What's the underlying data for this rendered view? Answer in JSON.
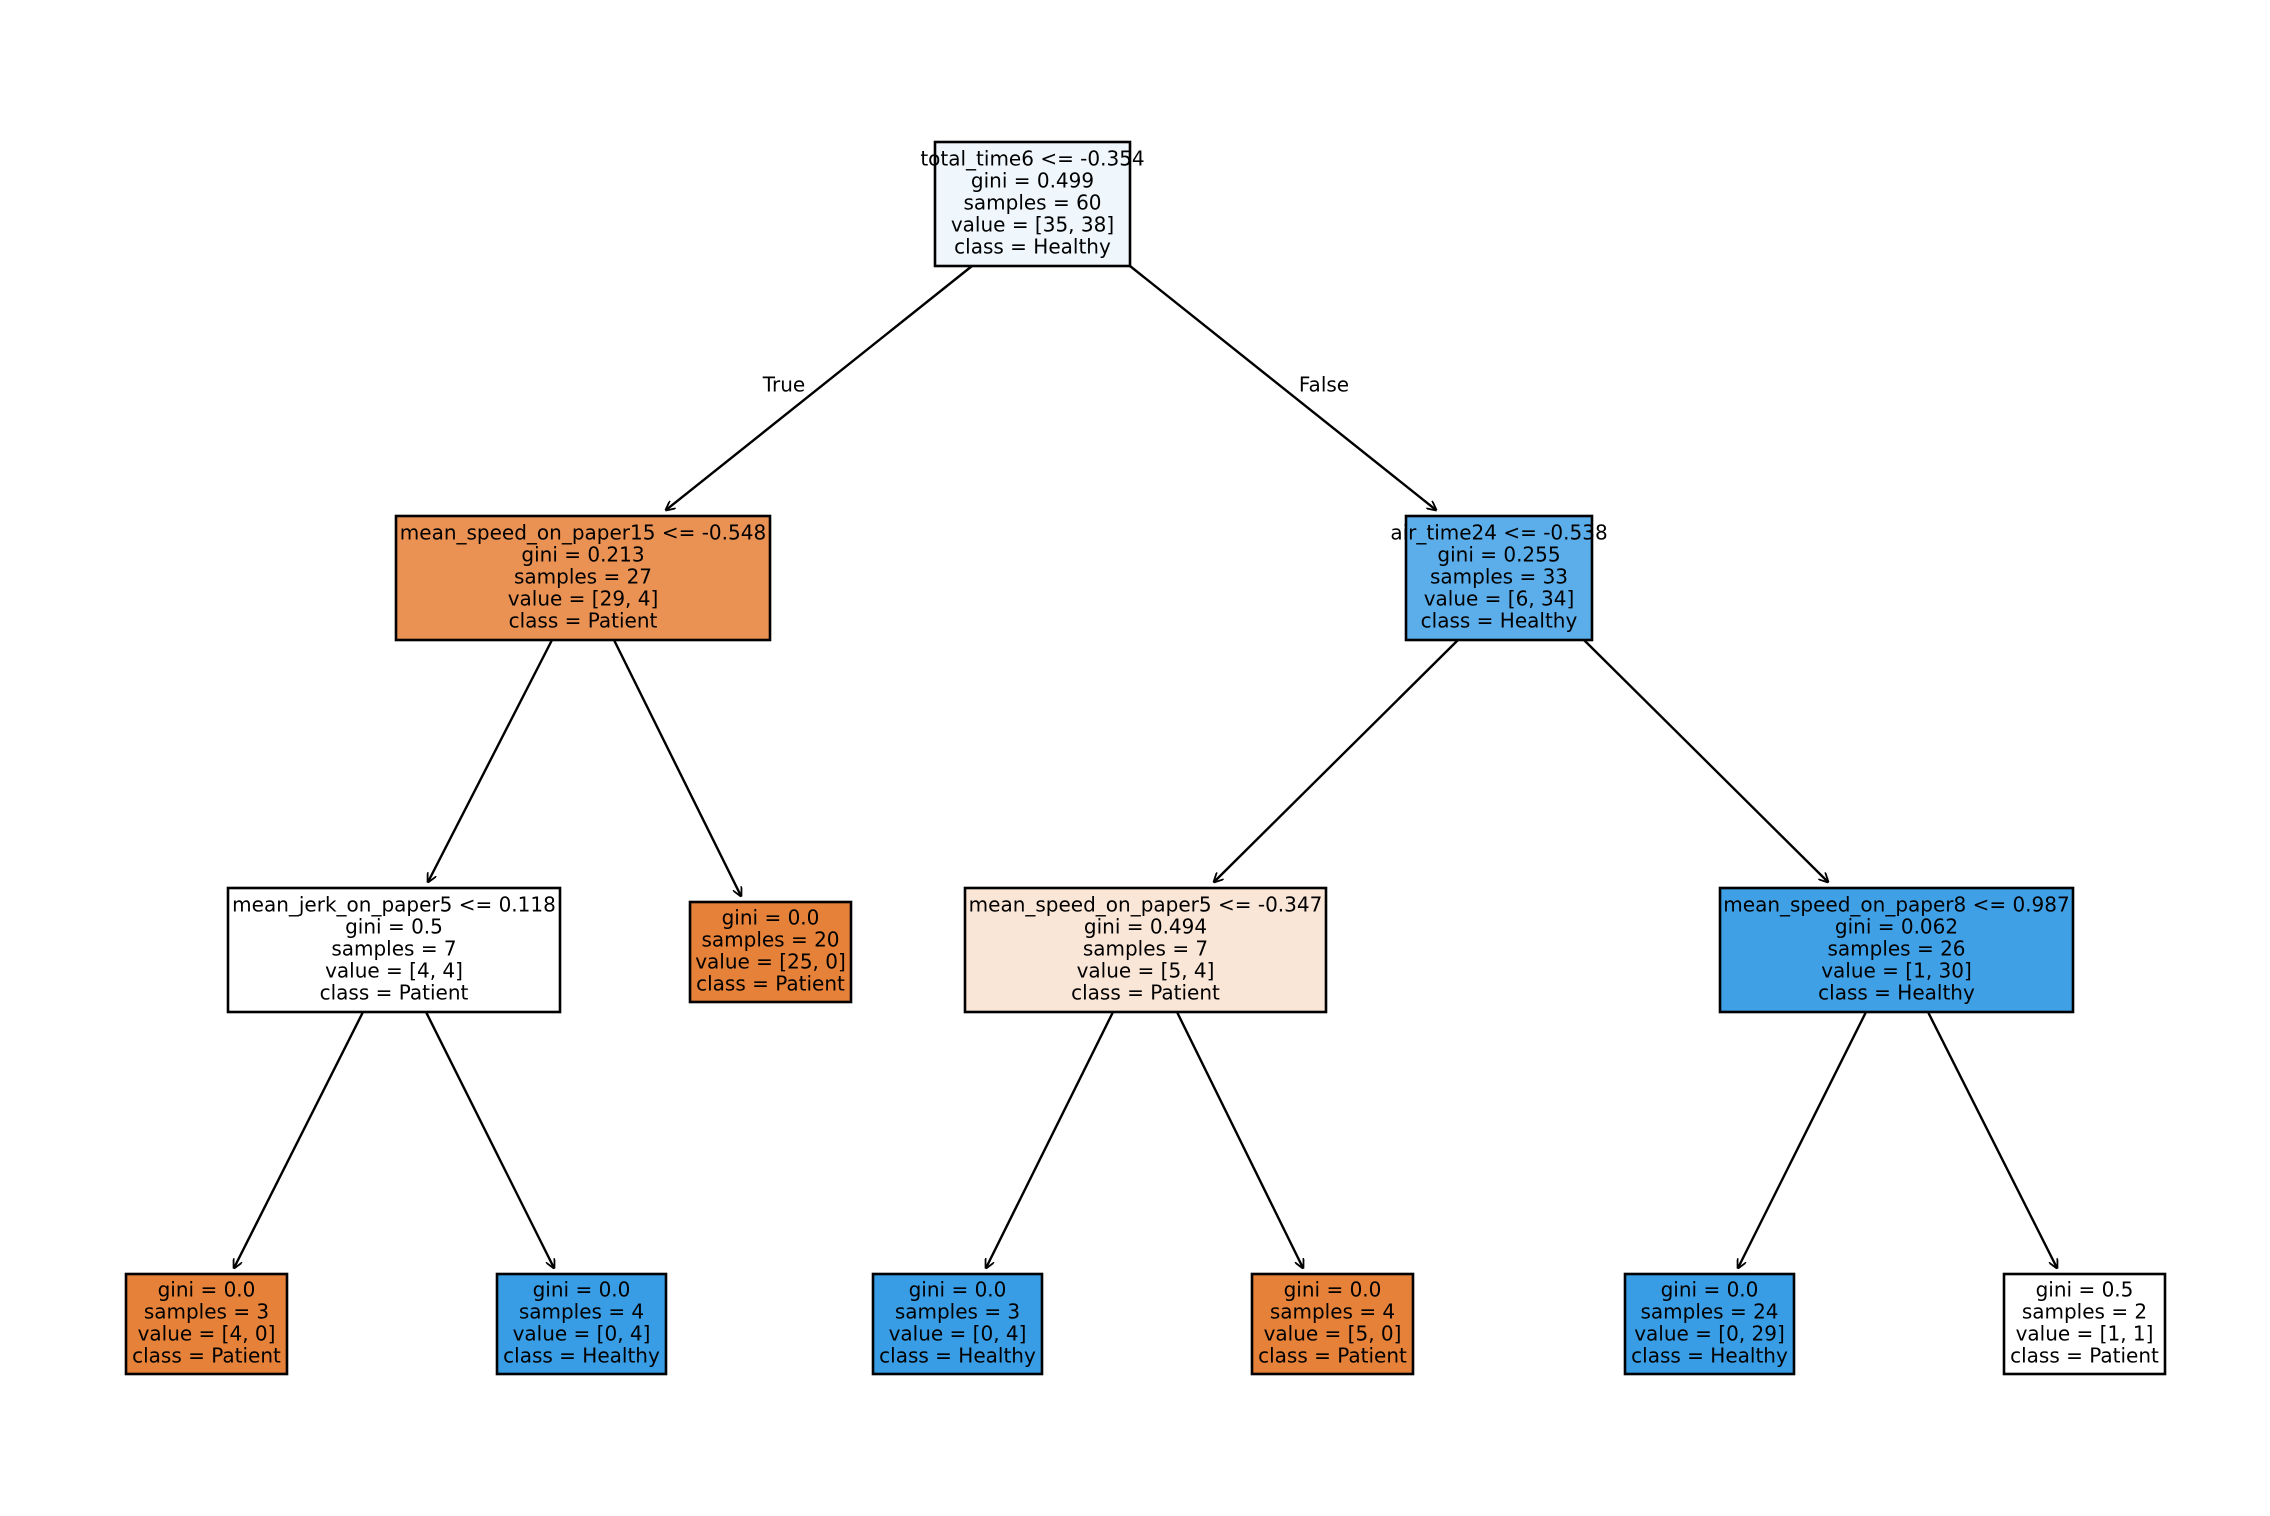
{
  "tree": {
    "colors": {
      "patient": "#e58139",
      "healthy": "#399de5",
      "border": "#000000",
      "edge": "#000000"
    },
    "edge_labels": {
      "true": "True",
      "false": "False"
    },
    "nodes": [
      {
        "id": "n0",
        "lines": [
          "total_time6 <= -0.354",
          "gini = 0.499",
          "samples = 60",
          "value = [35, 38]",
          "class = Healthy"
        ],
        "fill": "#eff7fd"
      },
      {
        "id": "n1",
        "lines": [
          "mean_speed_on_paper15 <= -0.548",
          "gini = 0.213",
          "samples = 27",
          "value = [29, 4]",
          "class = Patient"
        ],
        "fill": "#ea9254"
      },
      {
        "id": "n2",
        "lines": [
          "mean_jerk_on_paper5 <= 0.118",
          "gini = 0.5",
          "samples = 7",
          "value = [4, 4]",
          "class = Patient"
        ],
        "fill": "#ffffff"
      },
      {
        "id": "n3",
        "lines": [
          "gini = 0.0",
          "samples = 3",
          "value = [4, 0]",
          "class = Patient"
        ],
        "fill": "#e58139"
      },
      {
        "id": "n4",
        "lines": [
          "gini = 0.0",
          "samples = 4",
          "value = [0, 4]",
          "class = Healthy"
        ],
        "fill": "#399de5"
      },
      {
        "id": "n5",
        "lines": [
          "gini = 0.0",
          "samples = 20",
          "value = [25, 0]",
          "class = Patient"
        ],
        "fill": "#e58139"
      },
      {
        "id": "n6",
        "lines": [
          "air_time24 <= -0.538",
          "gini = 0.255",
          "samples = 33",
          "value = [6, 34]",
          "class = Healthy"
        ],
        "fill": "#5caeea"
      },
      {
        "id": "n7",
        "lines": [
          "mean_speed_on_paper5 <= -0.347",
          "gini = 0.494",
          "samples = 7",
          "value = [5, 4]",
          "class = Patient"
        ],
        "fill": "#fae6d7"
      },
      {
        "id": "n8",
        "lines": [
          "gini = 0.0",
          "samples = 3",
          "value = [0, 4]",
          "class = Healthy"
        ],
        "fill": "#399de5"
      },
      {
        "id": "n9",
        "lines": [
          "gini = 0.0",
          "samples = 4",
          "value = [5, 0]",
          "class = Patient"
        ],
        "fill": "#e58139"
      },
      {
        "id": "n10",
        "lines": [
          "mean_speed_on_paper8 <= 0.987",
          "gini = 0.062",
          "samples = 26",
          "value = [1, 30]",
          "class = Healthy"
        ],
        "fill": "#3fa0e6"
      },
      {
        "id": "n11",
        "lines": [
          "gini = 0.0",
          "samples = 24",
          "value = [0, 29]",
          "class = Healthy"
        ],
        "fill": "#399de5"
      },
      {
        "id": "n12",
        "lines": [
          "gini = 0.5",
          "samples = 2",
          "value = [1, 1]",
          "class = Patient"
        ],
        "fill": "#ffffff"
      }
    ],
    "edges": [
      {
        "from": "n0",
        "to": "n1",
        "label": "true"
      },
      {
        "from": "n0",
        "to": "n6",
        "label": "false"
      },
      {
        "from": "n1",
        "to": "n2"
      },
      {
        "from": "n1",
        "to": "n5"
      },
      {
        "from": "n2",
        "to": "n3"
      },
      {
        "from": "n2",
        "to": "n4"
      },
      {
        "from": "n6",
        "to": "n7"
      },
      {
        "from": "n6",
        "to": "n10"
      },
      {
        "from": "n7",
        "to": "n8"
      },
      {
        "from": "n7",
        "to": "n9"
      },
      {
        "from": "n10",
        "to": "n11"
      },
      {
        "from": "n10",
        "to": "n12"
      }
    ]
  }
}
